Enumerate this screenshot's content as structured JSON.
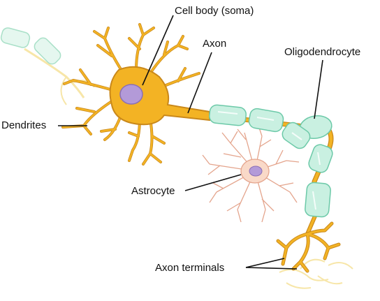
{
  "labels": {
    "cell_body": "Cell body (soma)",
    "axon": "Axon",
    "oligodendrocyte": "Oligodendrocyte",
    "dendrites": "Dendrites",
    "astrocyte": "Astrocyte",
    "axon_terminals": "Axon terminals"
  },
  "colors": {
    "neuron_fill": "#f3b324",
    "neuron_stroke": "#c9881a",
    "nucleus_fill": "#b39ad8",
    "nucleus_stroke": "#8a6fb5",
    "myelin_fill": "#c9f0e1",
    "myelin_stroke": "#6cc9a8",
    "astrocyte_fill": "#f9d9c8",
    "astrocyte_stroke": "#e4a48c",
    "faded_neuron": "#f7e6a8",
    "leader_line": "#111111"
  }
}
